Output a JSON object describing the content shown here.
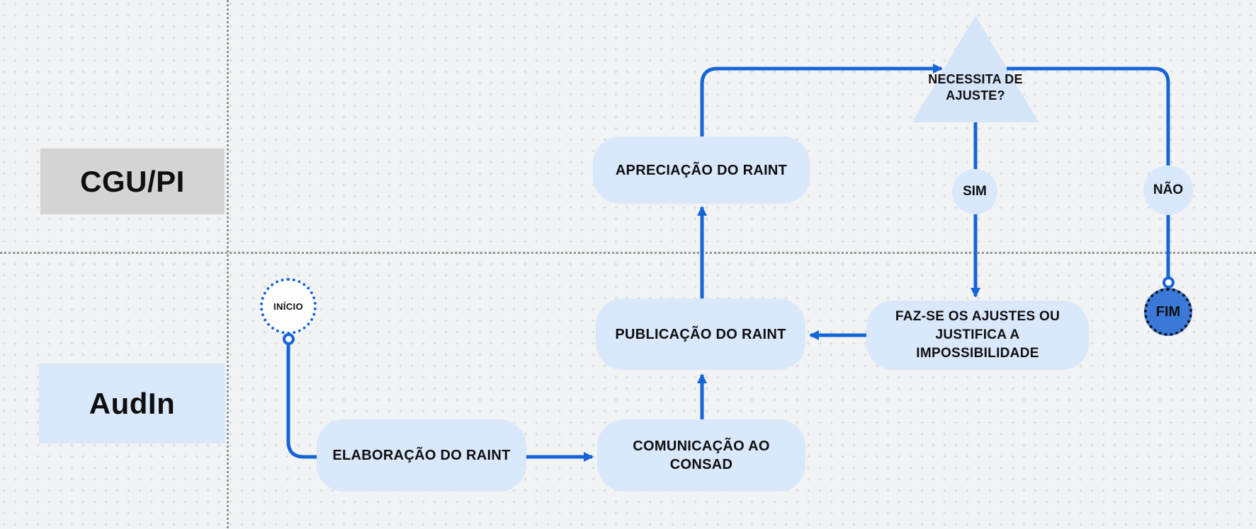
{
  "diagram": {
    "title": "RAINT process flowchart",
    "lanes": {
      "cgu": "CGU/PI",
      "audin": "AudIn"
    },
    "nodes": {
      "inicio": "INÍCIO",
      "elaboracao": "ELABORAÇÃO DO RAINT",
      "comunicacao": "COMUNICAÇÃO AO CONSAD",
      "publicacao": "PUBLICAÇÃO DO RAINT",
      "apreciacao": "APRECIAÇÃO DO RAINT",
      "decisao": "NECESSITA DE AJUSTE?",
      "sim": "SIM",
      "nao": "NÃO",
      "ajustes": "FAZ-SE OS AJUSTES OU JUSTIFICA A IMPOSSIBILIDADE",
      "fim": "FIM"
    },
    "colors": {
      "connector_blue": "#1565d8",
      "node_fill": "#d9e8fb",
      "lane_cgu_fill": "#d4d4d4",
      "lane_audin_fill": "#d9e8fb",
      "fim_fill": "#3b79d9",
      "text": "#0f0f0f",
      "divider_gray": "#95959a",
      "background": "#f2f3f4",
      "background_dots": "#d6d8dc"
    }
  }
}
